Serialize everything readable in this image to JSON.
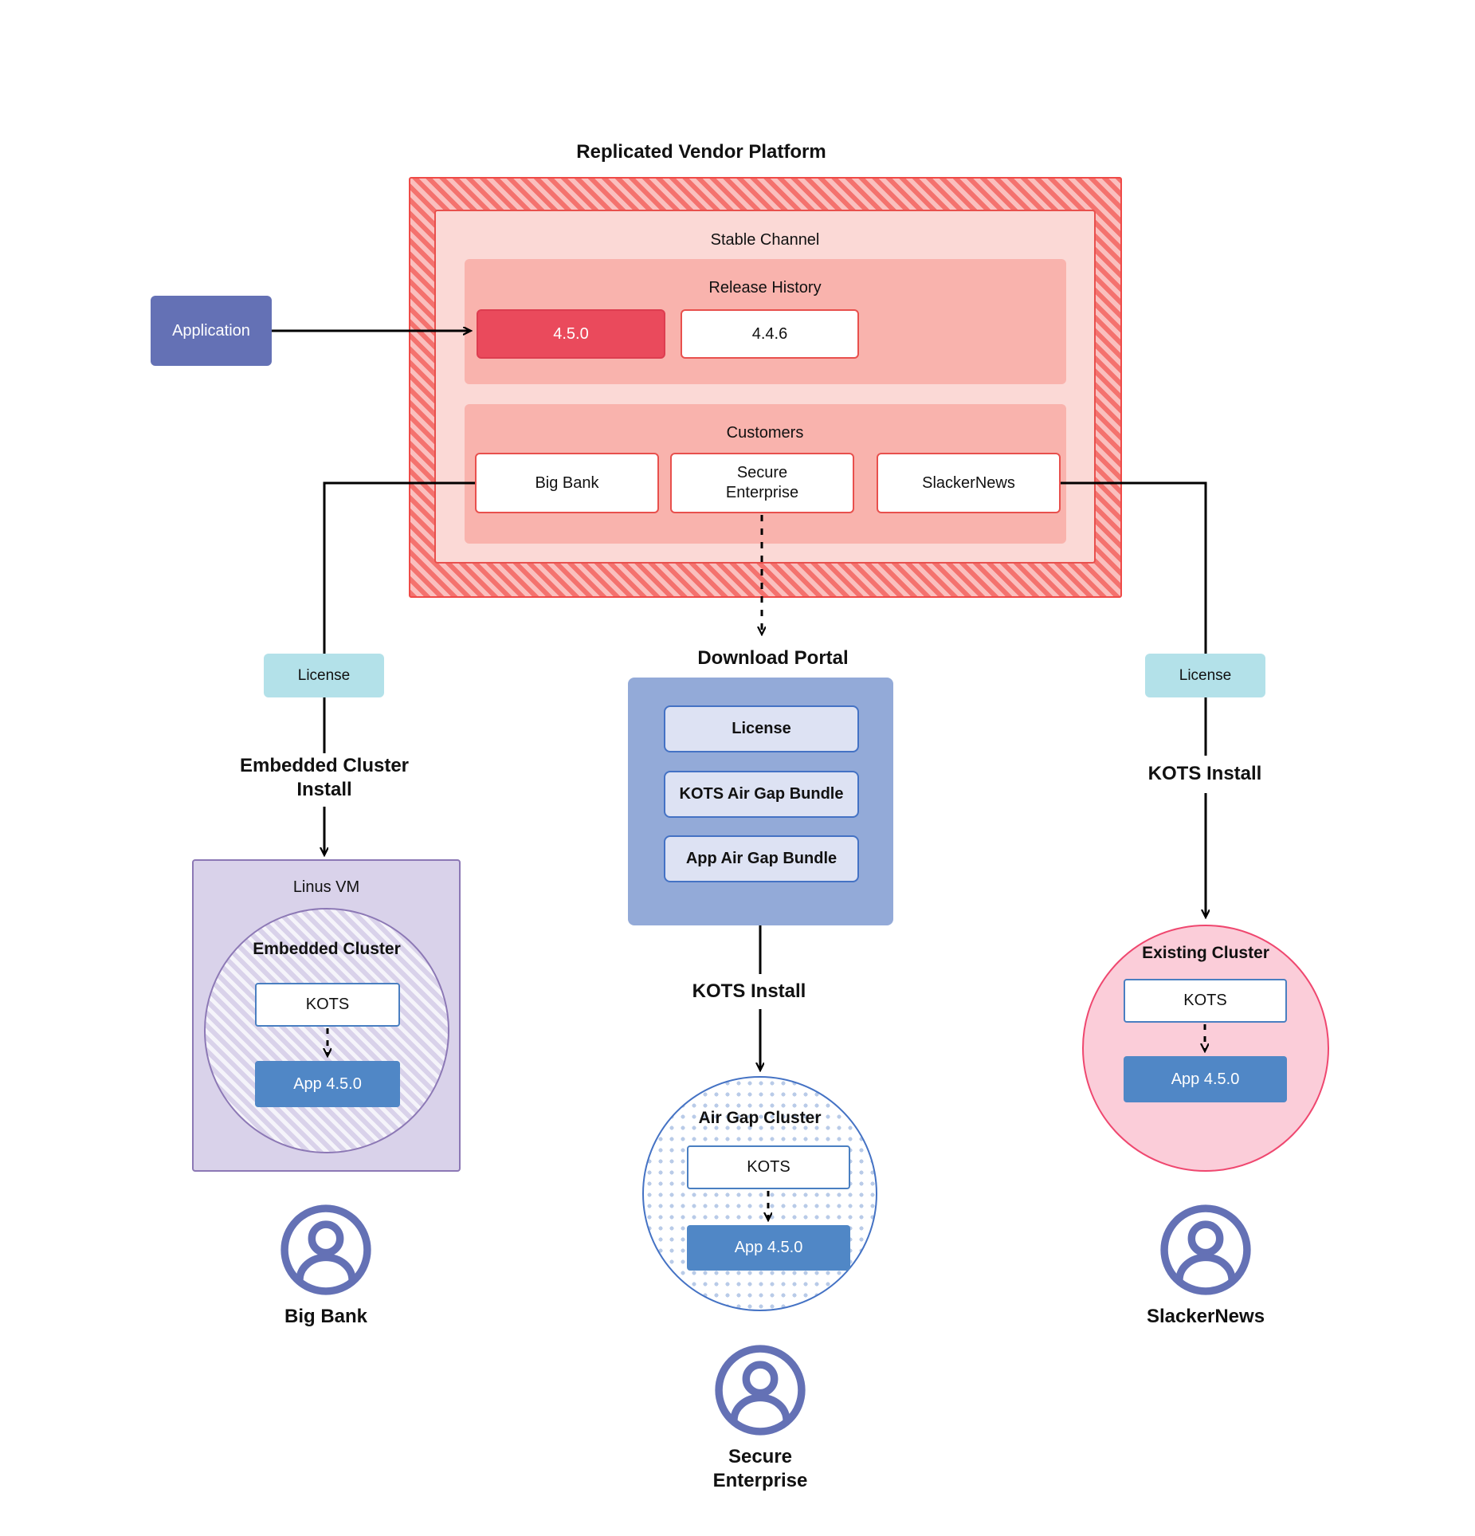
{
  "diagram": {
    "title": "Replicated Vendor Platform",
    "vendor_platform": {
      "label": "Replicated Vendor Platform",
      "channel": {
        "label": "Stable Channel"
      },
      "release_history": {
        "label": "Release History",
        "releases": [
          {
            "version": "4.5.0",
            "state": "active"
          },
          {
            "version": "4.4.6",
            "state": "previous"
          }
        ]
      },
      "customers": {
        "label": "Customers",
        "items": [
          {
            "name": "Big Bank"
          },
          {
            "name": "Secure\nEnterprise"
          },
          {
            "name": "SlackerNews"
          }
        ]
      }
    },
    "application": {
      "label": "Application"
    },
    "download_portal": {
      "label": "Download  Portal",
      "items": [
        {
          "label": "License"
        },
        {
          "label": "KOTS Air Gap Bundle"
        },
        {
          "label": "App Air Gap Bundle"
        }
      ]
    },
    "licenses": [
      {
        "label": "License",
        "column": "left"
      },
      {
        "label": "License",
        "column": "right"
      }
    ],
    "install_paths": [
      {
        "label": "Embedded Cluster\nInstall",
        "column": "left"
      },
      {
        "label": "KOTS Install",
        "column": "center"
      },
      {
        "label": "KOTS Install",
        "column": "right"
      }
    ],
    "targets": [
      {
        "id": "linux-vm",
        "outer_label": "Linus VM",
        "inner_label": "Embedded Cluster",
        "components": [
          {
            "label": "KOTS"
          },
          {
            "label": "App 4.5.0"
          }
        ]
      },
      {
        "id": "air-gap-cluster",
        "outer_label": "",
        "inner_label": "Air Gap Cluster",
        "components": [
          {
            "label": "KOTS"
          },
          {
            "label": "App 4.5.0"
          }
        ]
      },
      {
        "id": "existing-cluster",
        "outer_label": "",
        "inner_label": "Existing Cluster",
        "components": [
          {
            "label": "KOTS"
          },
          {
            "label": "App 4.5.0"
          }
        ]
      }
    ],
    "personas": [
      {
        "name": "Big Bank",
        "icon": "user-avatar-icon"
      },
      {
        "name": "Secure\nEnterprise",
        "icon": "user-avatar-icon"
      },
      {
        "name": "SlackerNews",
        "icon": "user-avatar-icon"
      }
    ],
    "colors": {
      "platform_red": "#f4726e",
      "platform_red_border": "#ef4a47",
      "channel_bg": "#fbd9d6",
      "band_bg": "#f9b3ad",
      "release_active": "#ea4a5c",
      "app_purple": "#6471b5",
      "license_teal": "#b3e1e9",
      "portal_blue": "#93aad8",
      "portal_item_bg": "#dde2f3",
      "vm_purple": "#d9d2ea",
      "vm_purple_border": "#8c78b5",
      "cluster_blue": "#4472c4",
      "existing_pink": "#fbcdd9",
      "existing_pink_border": "#ef476f",
      "app_box_blue": "#5087c6"
    }
  }
}
